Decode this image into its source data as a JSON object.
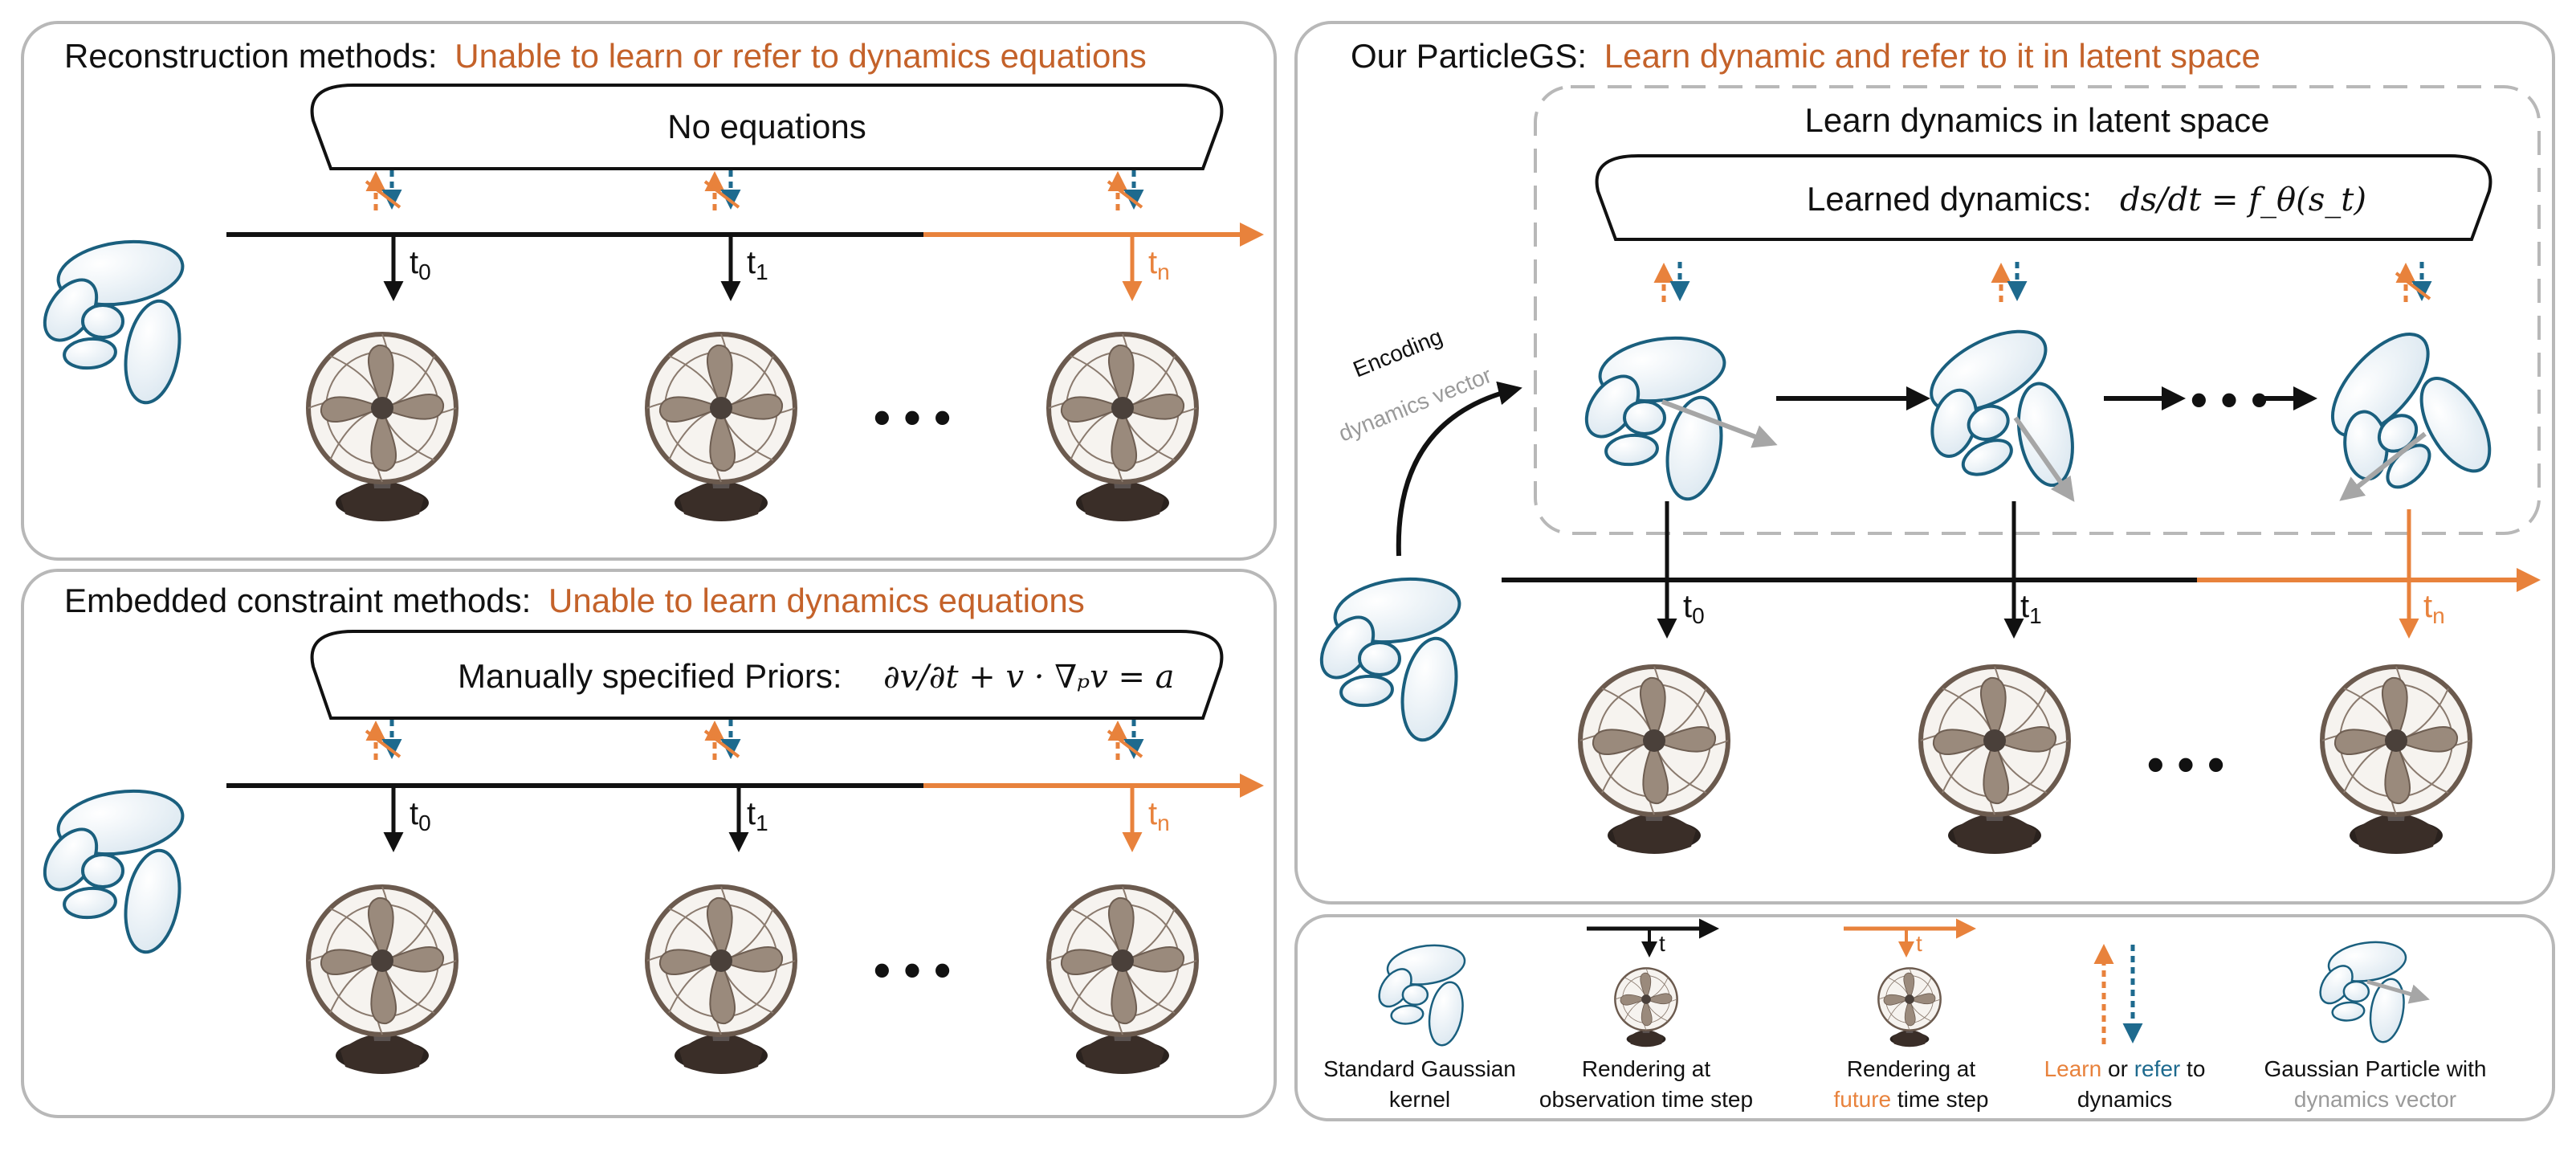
{
  "panels": {
    "reconstruction": {
      "title_prefix": "Reconstruction methods:",
      "title_accent": "Unable to learn or refer to dynamics equations",
      "box_label": "No equations",
      "times": [
        "t",
        "t",
        "t"
      ],
      "time_subs": [
        "0",
        "1",
        "n"
      ]
    },
    "embedded": {
      "title_prefix": "Embedded constraint methods:",
      "title_accent": "Unable to learn dynamics equations",
      "box_label": "Manually specified Priors:",
      "box_formula": "∂v/∂t + v · ∇ₚv = a",
      "times": [
        "t",
        "t",
        "t"
      ],
      "time_subs": [
        "0",
        "1",
        "n"
      ]
    },
    "particlegs": {
      "title_prefix": "Our ParticleGS:",
      "title_accent": "Learn dynamic and refer to it in latent space",
      "latent_label": "Learn dynamics in latent space",
      "box_label": "Learned dynamics:",
      "box_formula": "ds/dt = f_θ(s_t)",
      "encoding_label": "Encoding",
      "dyn_vector_label": "dynamics vector",
      "times": [
        "t",
        "t",
        "t"
      ],
      "time_subs": [
        "0",
        "1",
        "n"
      ]
    }
  },
  "legend": {
    "kernel_line1": "Standard Gaussian",
    "kernel_line2": "kernel",
    "obs_line1": "Rendering at",
    "obs_line2": "observation time step",
    "obs_t": "t",
    "future_line1": "Rendering at",
    "future_word": "future",
    "future_rest": " time step",
    "future_t": "t",
    "learn_word": "Learn",
    "or_word": " or ",
    "refer_word": "refer",
    "to_word": " to",
    "dynamics_word": "dynamics",
    "particle_line1": "Gaussian Particle with",
    "particle_line2": "dynamics vector"
  },
  "ellipsis": "• • •",
  "colors": {
    "orange": "#e8823c",
    "orange_text": "#c4622a",
    "blue": "#1e6a8e",
    "grey": "#9a9a9a",
    "black": "#111111",
    "panel_border": "#b8b8b8"
  },
  "icons": [
    "gaussian-cluster-icon",
    "fan-icon",
    "learn-arrow-icon",
    "refer-arrow-icon",
    "dynamics-vector-icon"
  ]
}
